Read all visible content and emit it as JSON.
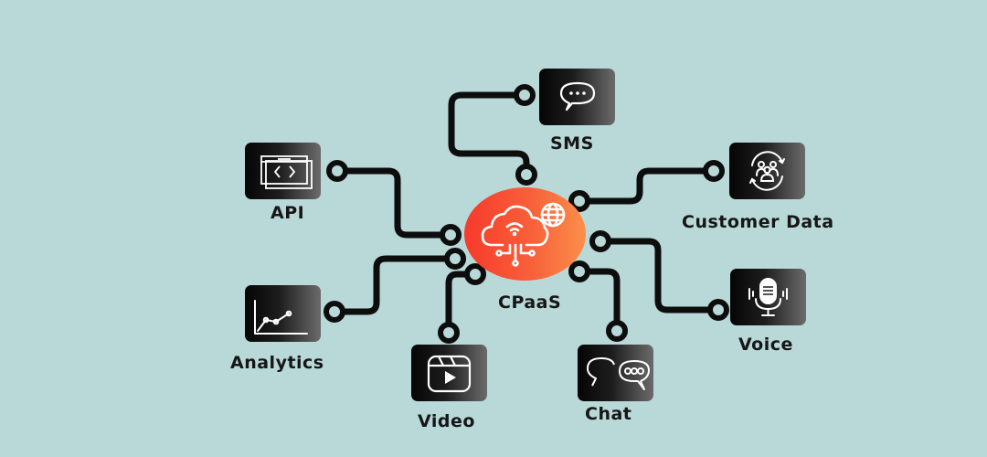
{
  "diagram": {
    "background_color": "#b9d8d8",
    "hub": {
      "label": "CPaaS",
      "icon": "cloud-network-globe-icon",
      "color_start": "#f73a2b",
      "color_end": "#fb8f4a"
    },
    "nodes": [
      {
        "id": "sms",
        "label": "SMS",
        "icon": "speech-bubble-dots-icon"
      },
      {
        "id": "api",
        "label": "API",
        "icon": "code-window-icon"
      },
      {
        "id": "customer-data",
        "label": "Customer Data",
        "icon": "user-group-cycle-icon"
      },
      {
        "id": "analytics",
        "label": "Analytics",
        "icon": "line-chart-icon"
      },
      {
        "id": "voice",
        "label": "Voice",
        "icon": "microphone-icon"
      },
      {
        "id": "video",
        "label": "Video",
        "icon": "video-clapper-play-icon"
      },
      {
        "id": "chat",
        "label": "Chat",
        "icon": "chat-bubbles-icon"
      }
    ],
    "connector_color": "#0d0d0d"
  }
}
